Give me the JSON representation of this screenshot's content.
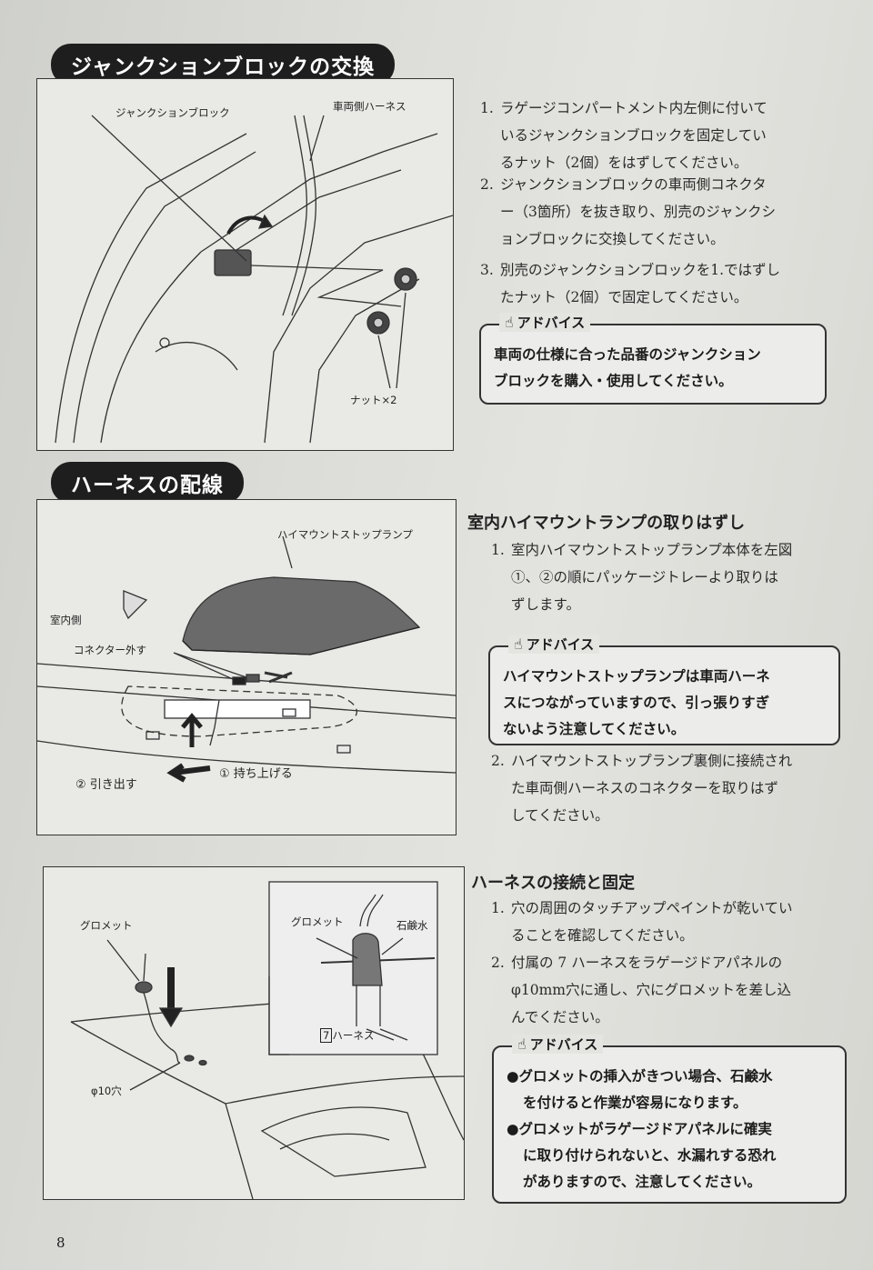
{
  "sections": {
    "junction": "ジャンクションブロックの交換",
    "harness": "ハーネスの配線"
  },
  "fig1": {
    "junction_block": "ジャンクションブロック",
    "vehicle_harness": "車両側ハーネス",
    "nut_x2": "ナット×2"
  },
  "fig2": {
    "lamp": "ハイマウントストップランプ",
    "interior": "室内側",
    "connector_off": "コネクター外す",
    "lift": "持ち上げる",
    "pull": "引き出す",
    "num1": "①",
    "num2": "②"
  },
  "fig3": {
    "grommet_left": "グロメット",
    "hole": "φ10穴",
    "grommet_right": "グロメット",
    "soap": "石鹸水",
    "harness": "ハーネス",
    "harness_num": "7"
  },
  "junction_steps": [
    {
      "n": "1.",
      "lines": [
        "ラゲージコンパートメント内左側に付いて",
        "いるジャンクションブロックを固定してい",
        "るナット（2個）をはずしてください。"
      ]
    },
    {
      "n": "2.",
      "lines": [
        "ジャンクションブロックの車両側コネクタ",
        "ー（3箇所）を抜き取り、別売のジャンクシ",
        "ョンブロックに交換してください。"
      ]
    },
    {
      "n": "3.",
      "lines": [
        "別売のジャンクションブロックを1.ではずし",
        "たナット（2個）で固定してください。"
      ]
    }
  ],
  "advice1": {
    "title": "アドバイス",
    "lines": [
      "車両の仕様に合った品番のジャンクション",
      "ブロックを購入・使用してください。"
    ]
  },
  "lamp_removal": {
    "heading": "室内ハイマウントランプの取りはずし",
    "step1": {
      "n": "1.",
      "lines": [
        "室内ハイマウントストップランプ本体を左図",
        "①、②の順にパッケージトレーより取りは",
        "ずします。"
      ]
    },
    "step2": {
      "n": "2.",
      "lines": [
        "ハイマウントストップランプ裏側に接続され",
        "た車両側ハーネスのコネクターを取りはず",
        "してください。"
      ]
    }
  },
  "advice2": {
    "title": "アドバイス",
    "lines": [
      "ハイマウントストップランプは車両ハーネ",
      "スにつながっていますので、引っ張りすぎ",
      "ないよう注意してください。"
    ]
  },
  "connection": {
    "heading": "ハーネスの接続と固定",
    "step1": {
      "n": "1.",
      "lines": [
        "穴の周囲のタッチアップペイントが乾いてい",
        "ることを確認してください。"
      ]
    },
    "step2": {
      "n": "2.",
      "lines": [
        "付属の 7 ハーネスをラゲージドアパネルの",
        "φ10mm穴に通し、穴にグロメットを差し込",
        "んでください。"
      ]
    }
  },
  "advice3": {
    "title": "アドバイス",
    "lines": [
      "●グロメットの挿入がきつい場合、石鹸水",
      "を付けると作業が容易になります。",
      "●グロメットがラゲージドアパネルに確実",
      "に取り付けられないと、水漏れする恐れ",
      "がありますので、注意してください。"
    ]
  },
  "page_number": "8"
}
